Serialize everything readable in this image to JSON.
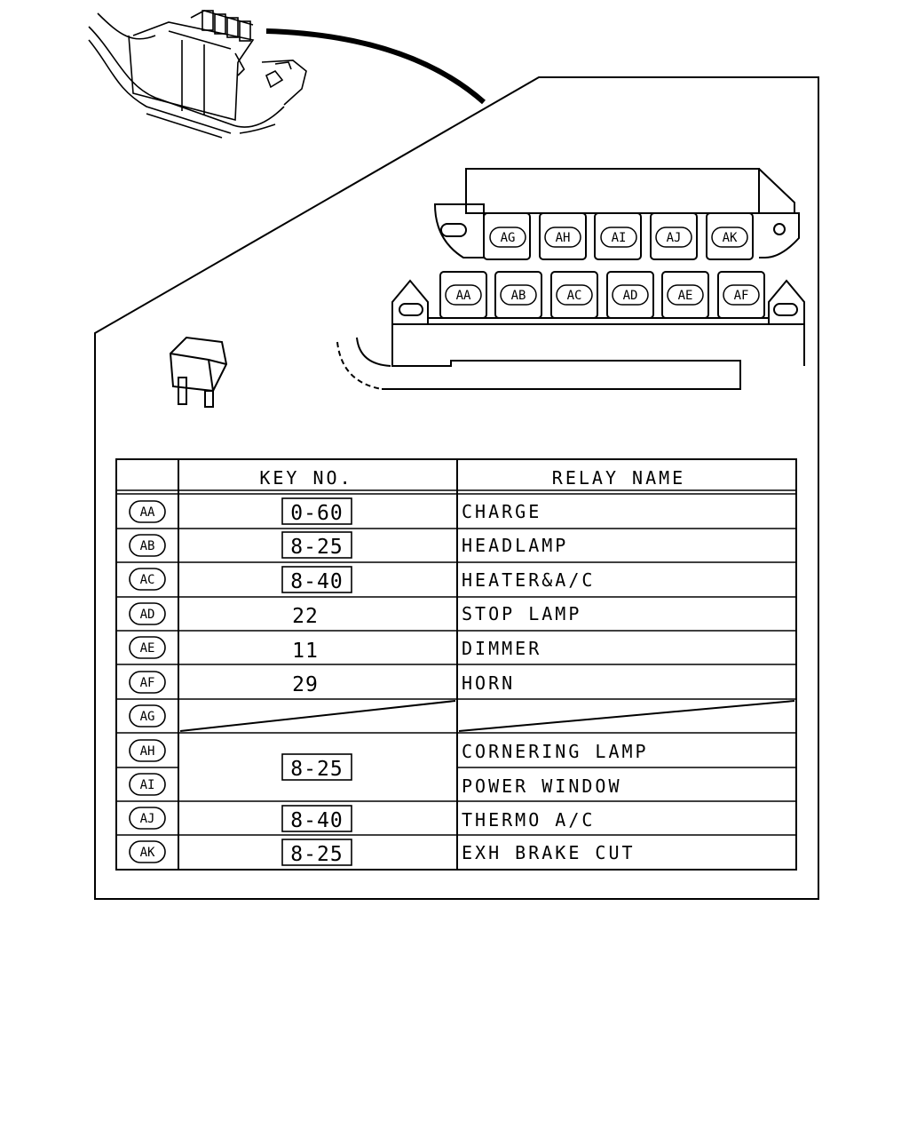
{
  "table": {
    "header_key": "KEY NO.",
    "header_relay": "RELAY NAME",
    "rows": [
      {
        "code": "AA",
        "key": "0-60",
        "boxed": true,
        "name": "CHARGE"
      },
      {
        "code": "AB",
        "key": "8-25",
        "boxed": true,
        "name": "HEADLAMP"
      },
      {
        "code": "AC",
        "key": "8-40",
        "boxed": true,
        "name": "HEATER&A/C"
      },
      {
        "code": "AD",
        "key": "22",
        "boxed": false,
        "name": "STOP LAMP"
      },
      {
        "code": "AE",
        "key": "11",
        "boxed": false,
        "name": "DIMMER"
      },
      {
        "code": "AF",
        "key": "29",
        "boxed": false,
        "name": "HORN"
      },
      {
        "code": "AG",
        "key": "",
        "boxed": false,
        "name": ""
      },
      {
        "code": "AH",
        "key": "8-25",
        "boxed": true,
        "name": "CORNERING LAMP"
      },
      {
        "code": "AI",
        "key": "",
        "boxed": false,
        "name": "POWER WINDOW"
      },
      {
        "code": "AJ",
        "key": "8-40",
        "boxed": true,
        "name": "THERMO A/C"
      },
      {
        "code": "AK",
        "key": "8-25",
        "boxed": true,
        "name": "EXH BRAKE CUT"
      }
    ]
  },
  "relay_block": {
    "upper_row": [
      "AG",
      "AH",
      "AI",
      "AJ",
      "AK"
    ],
    "lower_row": [
      "AA",
      "AB",
      "AC",
      "AD",
      "AE",
      "AF"
    ]
  }
}
